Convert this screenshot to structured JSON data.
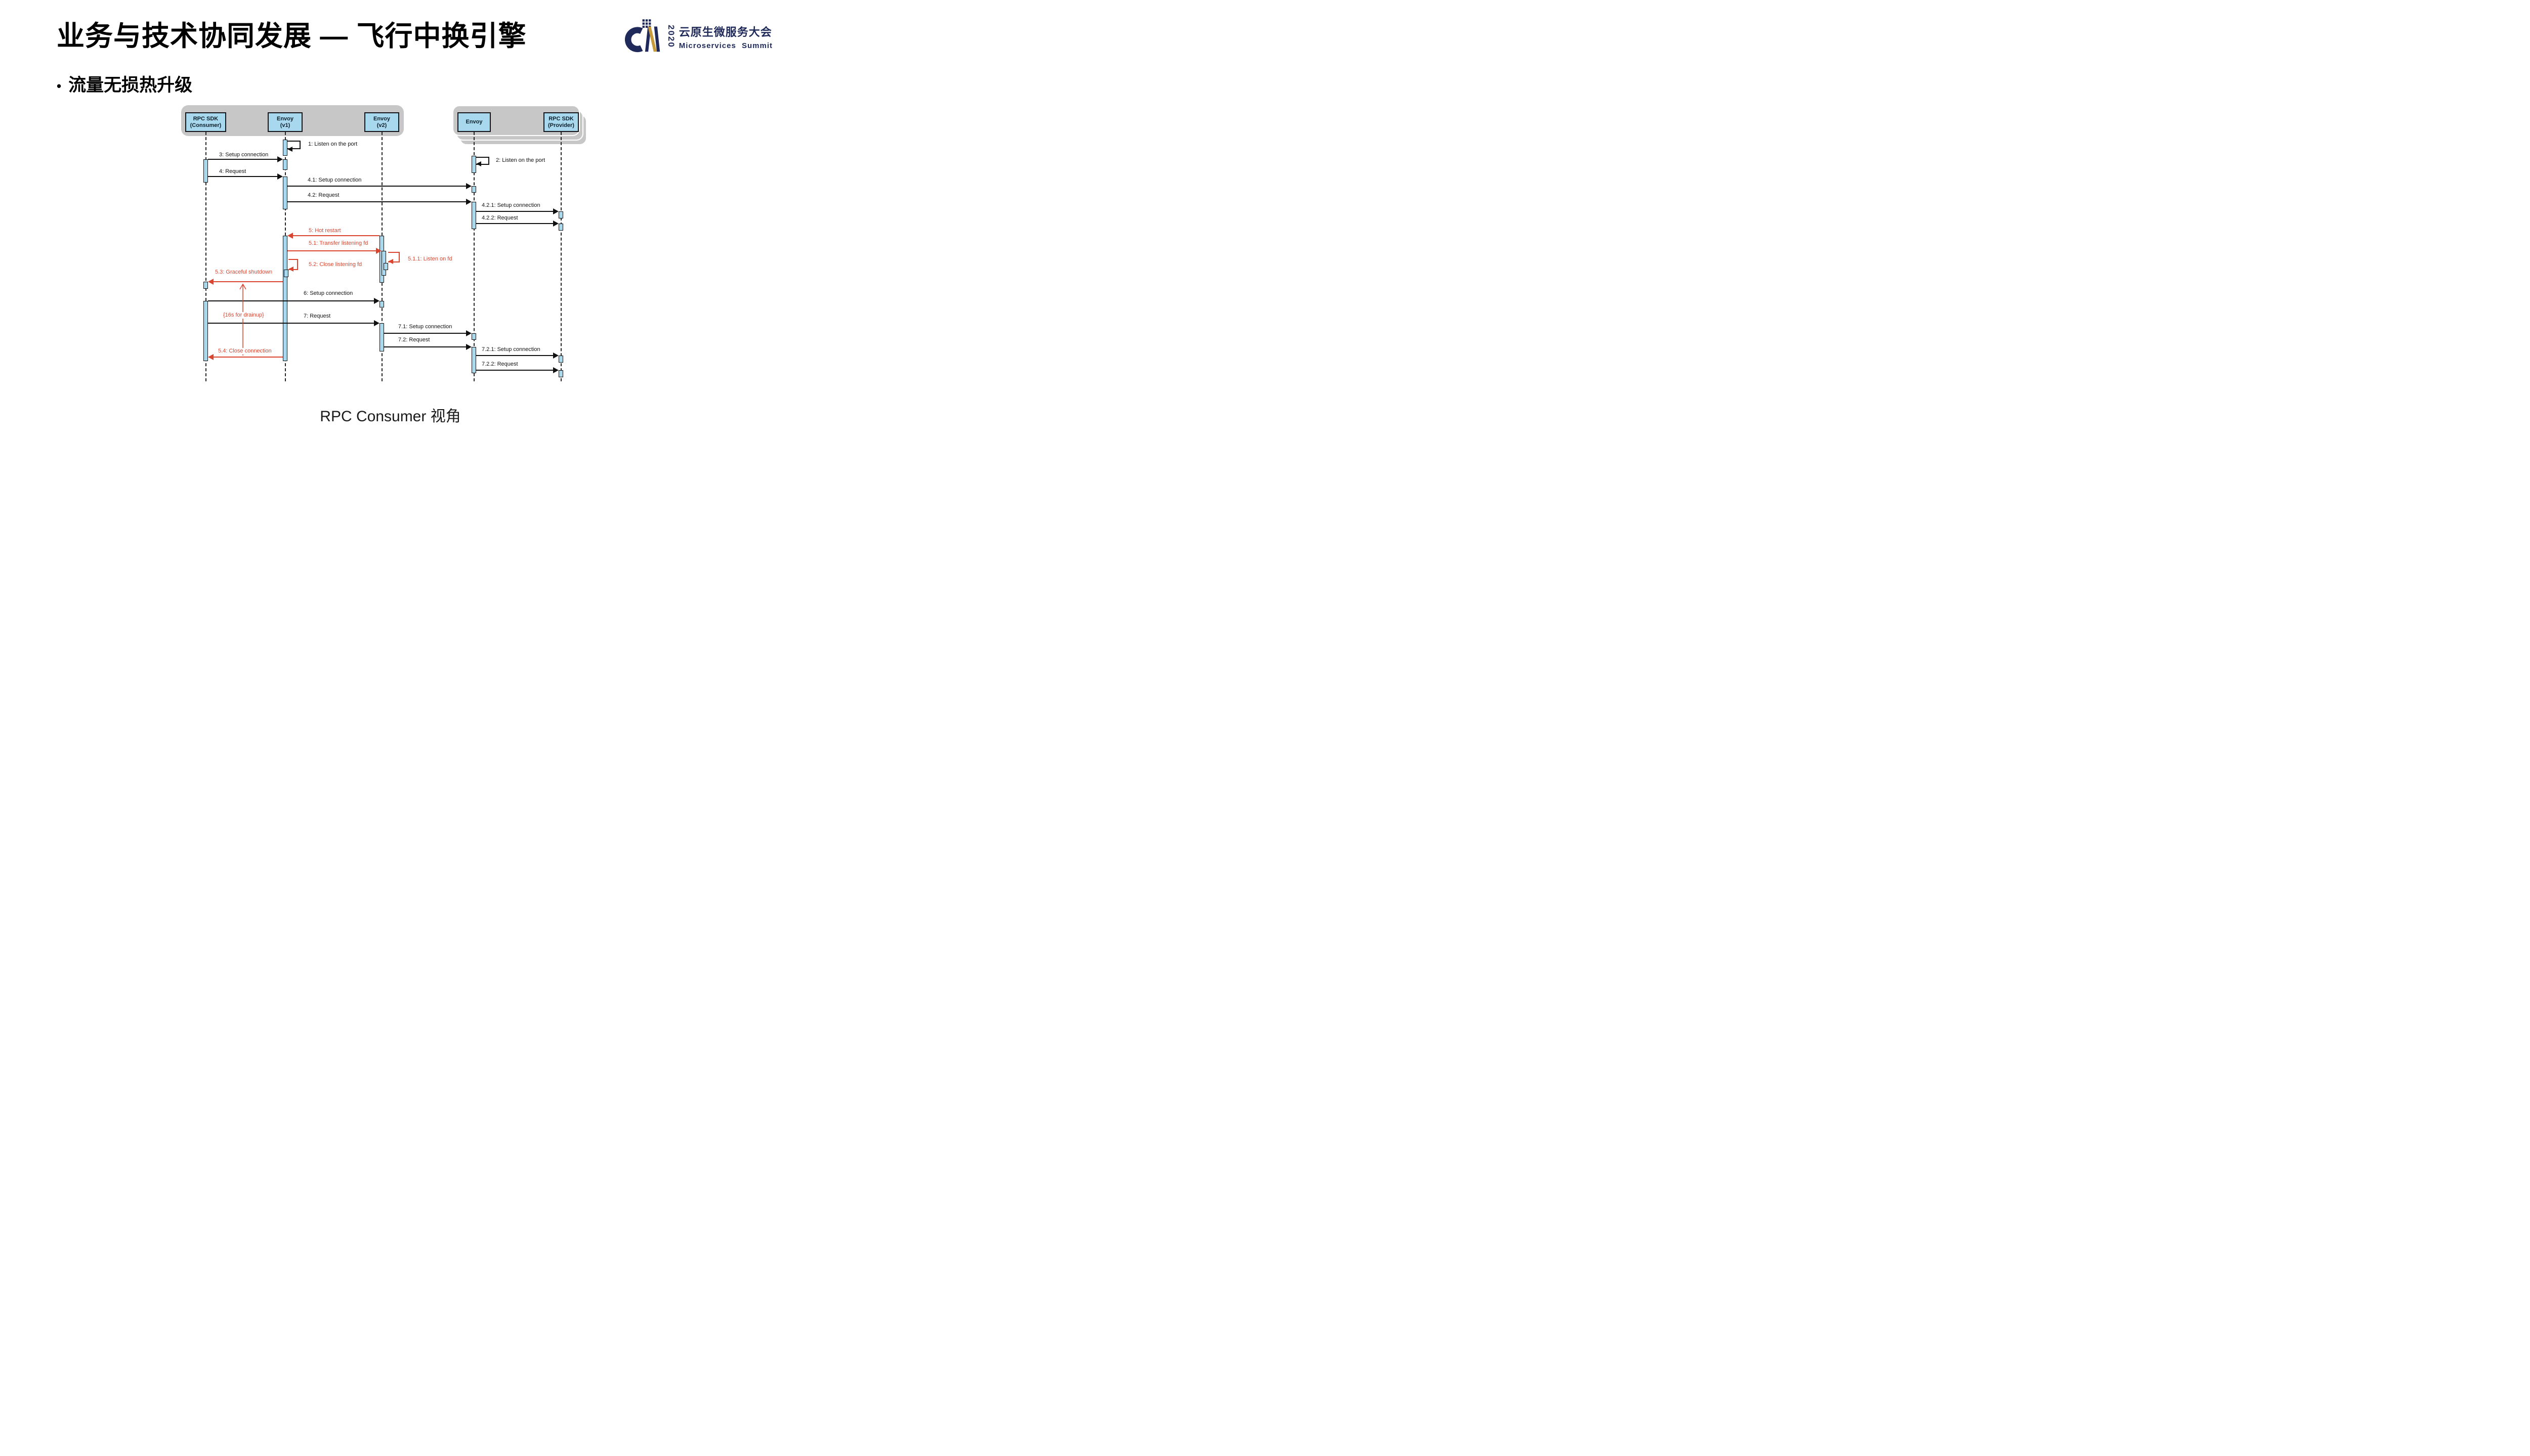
{
  "slide": {
    "title": "业务与技术协同发展 — 飞行中换引擎",
    "bullet_marker": "•",
    "bullet": "流量无损热升级",
    "caption": "RPC Consumer 视角"
  },
  "logo": {
    "year": "2020",
    "title_cn": "云原生微服务大会",
    "title_en": "Microservices Summit"
  },
  "colors": {
    "accent_red": "#D9452F",
    "activation_blue": "#A8D8EE",
    "group_gray": "#C7C7C7",
    "line_black": "#111111",
    "logo_navy": "#1F2A5A",
    "logo_gold": "#C79A3B"
  },
  "diagram": {
    "participants": {
      "consumer": {
        "line1": "RPC SDK",
        "line2": "(Consumer)"
      },
      "envoy_v1": {
        "line1": "Envoy",
        "line2": "(v1)"
      },
      "envoy_v2": {
        "line1": "Envoy",
        "line2": "(v2)"
      },
      "envoy_provider": {
        "line1": "Envoy",
        "line2": ""
      },
      "provider": {
        "line1": "RPC SDK",
        "line2": "(Provider)"
      }
    },
    "messages": {
      "m1": "1: Listen on the port",
      "m2": "2: Listen on the port",
      "m3": "3: Setup connection",
      "m4": "4: Request",
      "m4_1": "4.1: Setup connection",
      "m4_2": "4.2: Request",
      "m4_2_1": "4.2.1: Setup connection",
      "m4_2_2": "4.2.2: Request",
      "m5": "5: Hot restart",
      "m5_1": "5.1: Transfer listening fd",
      "m5_1_1": "5.1.1: Listen on fd",
      "m5_2": "5.2: Close listening fd",
      "m5_3": "5.3: Graceful shutdown",
      "m5_4": "5.4: Close connection",
      "m6": "6: Setup connection",
      "m7": "7: Request",
      "m7_1": "7.1: Setup connection",
      "m7_2": "7.2: Request",
      "m7_2_1": "7.2.1: Setup connection",
      "m7_2_2": "7.2.2: Request",
      "duration_note": "{16s for drainup}"
    }
  }
}
